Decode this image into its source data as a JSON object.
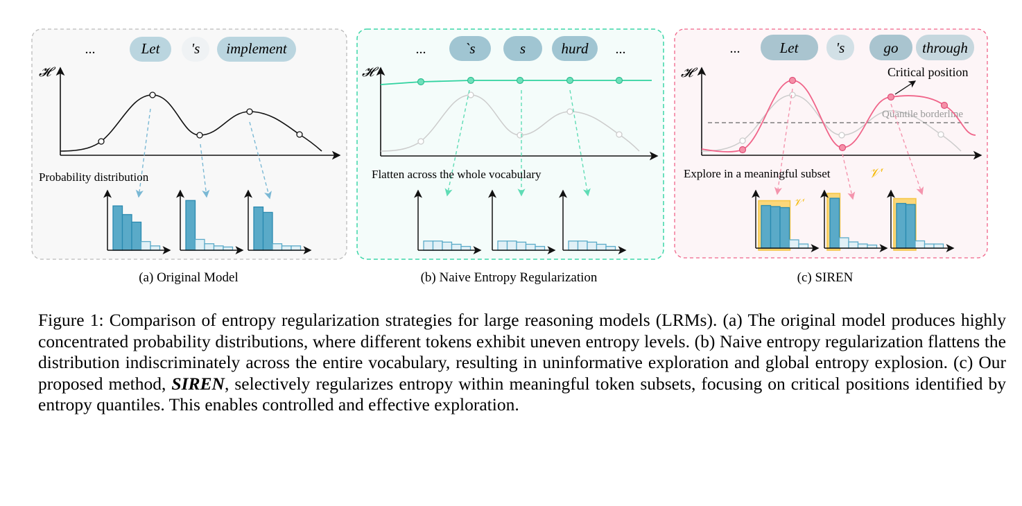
{
  "colors": {
    "accent_a": "#5aaac8",
    "accent_b": "#3dd6a8",
    "accent_c": "#f06489",
    "highlight": "#f5c542"
  },
  "panels": [
    {
      "id": "a",
      "caption": "(a) Original Model",
      "ellipsis": "...",
      "tokens": [
        "Let",
        "'s",
        "implement"
      ],
      "axis_label": "𝓗",
      "dist_label": "Probability distribution",
      "entropy": [
        0.14,
        0.72,
        0.25,
        0.53,
        0.26
      ],
      "histograms": [
        [
          0.82,
          0.66,
          0.52,
          0.16,
          0.08
        ],
        [
          0.92,
          0.2,
          0.12,
          0.08,
          0.06
        ],
        [
          0.8,
          0.7,
          0.12,
          0.08,
          0.08
        ]
      ]
    },
    {
      "id": "b",
      "caption": "(b) Naive Entropy Regularization",
      "ellipsis": "...",
      "ellipsis_end": "...",
      "tokens": [
        "`s",
        "s",
        "hurd"
      ],
      "axis_label": "𝓗",
      "dist_label": "Flatten across the whole vocabulary",
      "entropy_flat": [
        0.95,
        0.96,
        0.96,
        0.96,
        0.96
      ],
      "histograms": [
        [
          0.17,
          0.17,
          0.15,
          0.11,
          0.07
        ],
        [
          0.17,
          0.17,
          0.15,
          0.11,
          0.07
        ],
        [
          0.17,
          0.17,
          0.15,
          0.11,
          0.07
        ]
      ]
    },
    {
      "id": "c",
      "caption": "(c) SIREN",
      "ellipsis": "...",
      "tokens": [
        "Let",
        "'s",
        "go",
        "through"
      ],
      "axis_label": "𝓗",
      "dist_label": "Explore in a meaningful subset",
      "subset_symbol": "𝒱′",
      "critical_label": "Critical position",
      "quantile_label": "Quantile borderline",
      "histograms": [
        [
          0.82,
          0.8,
          0.78,
          0.16,
          0.08
        ],
        [
          0.96,
          0.2,
          0.12,
          0.08,
          0.06
        ],
        [
          0.86,
          0.84,
          0.14,
          0.08,
          0.08
        ]
      ]
    }
  ],
  "caption": {
    "prefix": "Figure 1: Comparison of entropy regularization strategies for large reasoning models (LRMs). (a) The original model produces highly concentrated probability distributions, where different tokens exhibit uneven entropy levels. (b) Naive entropy regularization flattens the distribution indiscriminately across the entire vocabulary, resulting in uninformative exploration and global entropy explosion. (c) Our proposed method, ",
    "method": "SIREN",
    "suffix": ", selectively regularizes entropy within meaningful token subsets, focusing on critical positions identified by entropy quantiles. This enables controlled and effective exploration."
  }
}
